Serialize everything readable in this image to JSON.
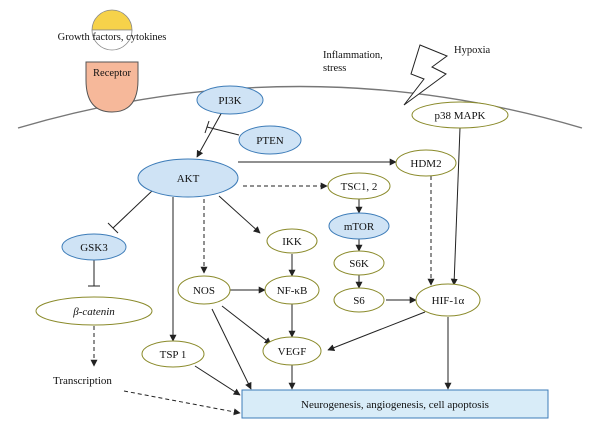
{
  "labels": {
    "growth_factors": "Growth factors, cytokines",
    "receptor": "Receptor",
    "inflammation_1": "Inflammation,",
    "inflammation_2": "stress",
    "hypoxia": "Hypoxia",
    "pi3k": "PI3K",
    "pten": "PTEN",
    "akt": "AKT",
    "p38mapk": "p38 MAPK",
    "hdm2": "HDM2",
    "tsc": "TSC1, 2",
    "mtor": "mTOR",
    "s6k": "S6K",
    "s6": "S6",
    "hif": "HIF-1α",
    "gsk3": "GSK3",
    "catenin": "β-catenin",
    "ikk": "IKK",
    "nos": "NOS",
    "nfkb": "NF-κB",
    "vegf": "VEGF",
    "tsp1": "TSP 1",
    "transcription": "Transcription",
    "outcome": "Neurogenesis, angiogenesis, cell apoptosis"
  },
  "colors": {
    "blue_fill": "#cfe3f5",
    "blue_stroke": "#3d7cb8",
    "olive_stroke": "#8a8a2a",
    "receptor_fill": "#f6b89a",
    "ligand_fill": "#f6d24a",
    "outcome_fill": "#d8ecf8"
  },
  "icons": {
    "hypoxia": "lightning-bolt-icon"
  }
}
